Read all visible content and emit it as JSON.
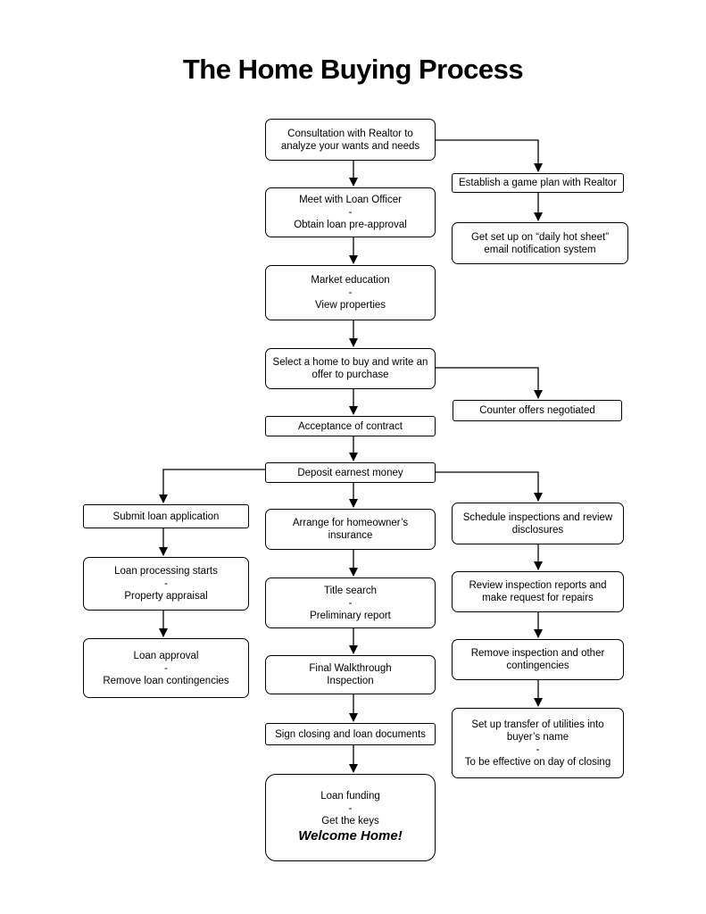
{
  "title": "The Home Buying Process",
  "steps": {
    "consultation": [
      "Consultation with Realtor to",
      "analyze your wants and needs"
    ],
    "loan_officer": [
      "Meet with Loan Officer",
      "-",
      "Obtain loan pre-approval"
    ],
    "market": [
      "Market education",
      "-",
      "View properties"
    ],
    "select_home": [
      "Select a home to buy and write an",
      "offer to purchase"
    ],
    "acceptance": [
      "Acceptance of contract"
    ],
    "deposit": [
      "Deposit earnest money"
    ],
    "game_plan": [
      "Establish a game plan with Realtor"
    ],
    "hot_sheet": [
      "Get set up on “daily hot sheet”",
      "email notification system"
    ],
    "counter_offers": [
      "Counter offers negotiated"
    ],
    "submit_loan": [
      "Submit loan application"
    ],
    "loan_processing": [
      "Loan processing starts",
      "-",
      "Property appraisal"
    ],
    "loan_approval": [
      "Loan approval",
      "-",
      "Remove loan contingencies"
    ],
    "insurance": [
      "Arrange for homeowner’s",
      "insurance"
    ],
    "title_search": [
      "Title search",
      "-",
      "Preliminary report"
    ],
    "walkthrough": [
      "Final Walkthrough",
      "Inspection"
    ],
    "sign_closing": [
      "Sign closing and loan documents"
    ],
    "loan_funding": [
      "Loan funding",
      "-",
      "Get the keys"
    ],
    "welcome": "Welcome Home!",
    "schedule_inspections": [
      "Schedule inspections and review",
      "disclosures"
    ],
    "review_reports": [
      "Review inspection reports and",
      "make request for repairs"
    ],
    "remove_contingencies": [
      "Remove inspection and other",
      "contingencies"
    ],
    "utilities": [
      "Set up transfer of utilities into",
      "buyer’s name",
      "-",
      "To be effective on day of closing"
    ]
  }
}
